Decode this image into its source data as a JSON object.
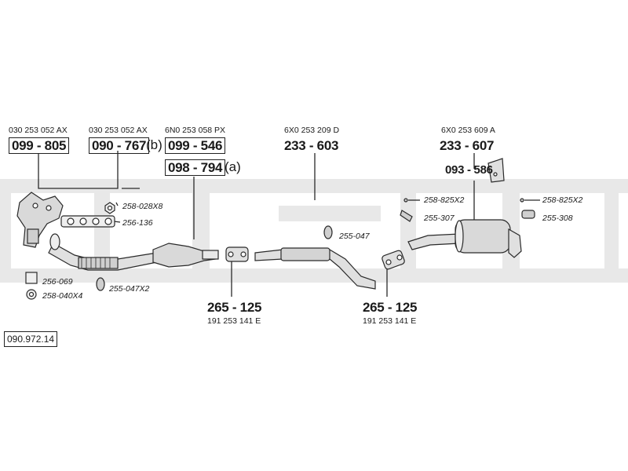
{
  "diagram": {
    "reference": "090.972.14",
    "oem_numbers": {
      "o1": "030 253 052 AX",
      "o2": "030 253 052 AX",
      "o3": "6N0 253 058 PX",
      "o4": "6X0 253 209 D",
      "o5": "6X0 253 609 A",
      "o6": "191 253 141 E",
      "o7": "191 253 141 E"
    },
    "parts": {
      "p1": "099 - 805",
      "p2": "090 - 767",
      "p2_suffix": "(b)",
      "p3": "099 - 546",
      "p4": "098 - 794",
      "p4_suffix": "(a)",
      "p5": "233 - 603",
      "p6": "233 - 607",
      "p7": "093 - 586",
      "p8": "265 - 125",
      "p9": "265 - 125"
    },
    "small_parts": {
      "s1": "258-028X8",
      "s2": "256-136",
      "s3": "256-069",
      "s4": "258-040X4",
      "s5": "255-047X2",
      "s6": "255-047",
      "s7": "258-825X2",
      "s8": "255-307",
      "s9": "258-825X2",
      "s10": "255-308"
    },
    "colors": {
      "line": "#2a2a2a",
      "watermark": "#e6e6e6",
      "part_fill": "#d9d9d9"
    }
  }
}
